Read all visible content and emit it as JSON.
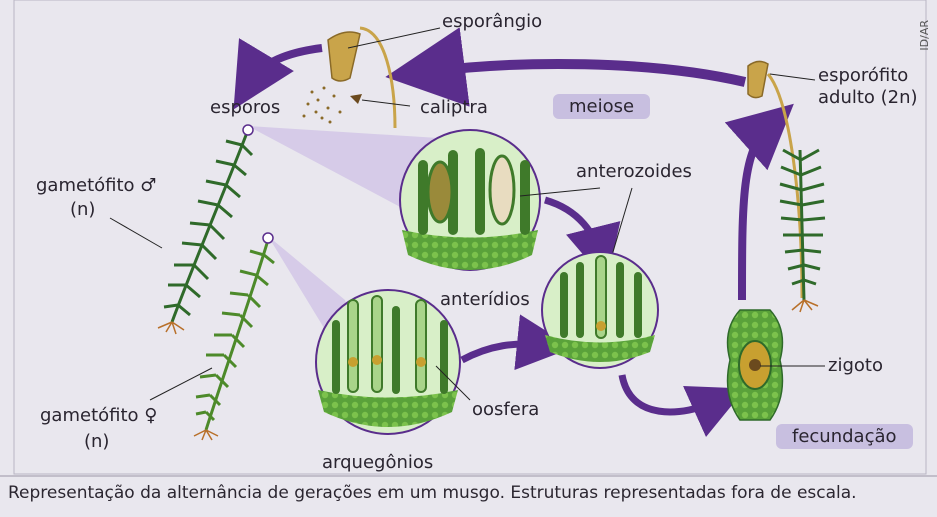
{
  "labels": {
    "esporangio": "esporângio",
    "esporos": "esporos",
    "caliptra": "caliptra",
    "meiose": "meiose",
    "esporofito_l1": "esporófito",
    "esporofito_l2": "adulto (2n)",
    "gametofito_m_l1": "gametófito ♂",
    "gametofito_m_l2": "(n)",
    "anterozoides": "anterozoides",
    "anteridios": "anterídios",
    "gametofito_f_l1": "gametófito ♀",
    "gametofito_f_l2": "(n)",
    "oosfera": "oosfera",
    "arquegonios": "arquegônios",
    "zigoto": "zigoto",
    "fecundacao": "fecundação"
  },
  "credit": "ID/AR",
  "caption": "Representação da alternância de gerações em um musgo. Estruturas representadas fora de escala.",
  "colors": {
    "arrow": "#5a2d8c",
    "plant_dark": "#2f6a2a",
    "plant_light": "#8ab83a",
    "cell_green": "#5aa23a",
    "zoom_fill": "#cfc2e6",
    "pill": "#c8bfe0",
    "background": "#e9e7ee"
  }
}
